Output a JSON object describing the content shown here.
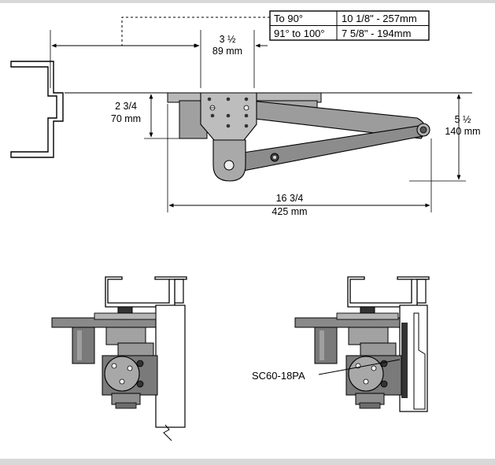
{
  "table": {
    "rows": [
      {
        "range": "To 90°",
        "value": "10 1/8\" - 257mm"
      },
      {
        "range": "91° to 100°",
        "value": "7 5/8\" - 194mm"
      }
    ]
  },
  "dimensions": {
    "bracket_width": {
      "imperial": "3 ½",
      "metric": "89 mm"
    },
    "depth": {
      "imperial": "2 3/4",
      "metric": "70 mm"
    },
    "arm_drop": {
      "imperial": "5 ½",
      "metric": "140 mm"
    },
    "overall_length": {
      "imperial": "16 3/4",
      "metric": "425 mm"
    }
  },
  "callout": {
    "part_number": "SC60-18PA"
  },
  "colors": {
    "line": "#000000",
    "metal_fill": "#9a9a9a",
    "metal_dark": "#6e6e6e",
    "metal_light": "#c4c4c4",
    "frame": "#d8d8d8"
  }
}
